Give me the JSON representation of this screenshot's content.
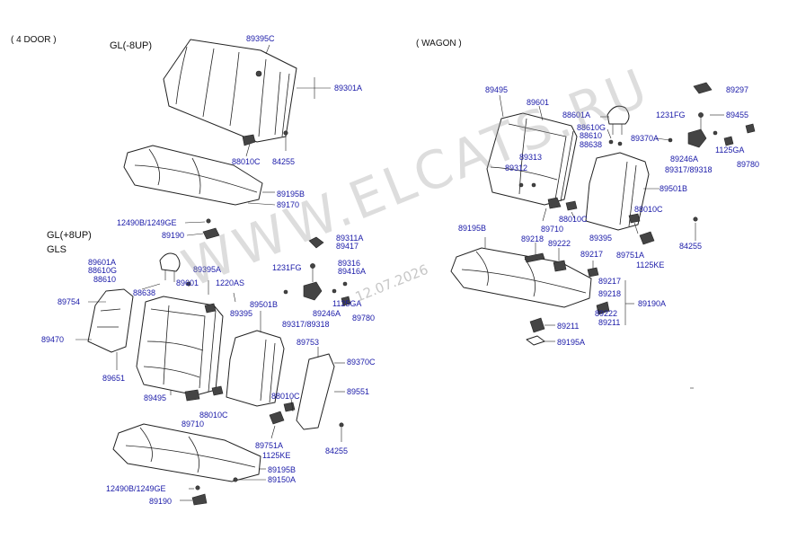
{
  "headers": {
    "door4": "( 4 DOOR )",
    "gl_minus": "GL(-8UP)",
    "gl_plus": "GL(+8UP)",
    "gls": "GLS",
    "wagon": "( WAGON )"
  },
  "watermark": {
    "text": "WWW.ELCATS.RU",
    "date": "12.07.2026"
  },
  "labels": {
    "l89395c": "89395C",
    "l89301a": "89301A",
    "l88010c_1": "88010C",
    "l84255_1": "84255",
    "l89195b_1": "89195B",
    "l89170": "89170",
    "l12490b_1": "12490B/1249GE",
    "l89190_1": "89190",
    "l89311a": "89311A",
    "l89417": "89417",
    "l89316": "89316",
    "l89416a": "89416A",
    "l89601a_1": "89601A",
    "l88610g_1": "88610G",
    "l88610_1": "88610",
    "l88638_1": "88638",
    "l89601_1": "89601",
    "l89395a": "89395A",
    "l1220as": "1220AS",
    "l1231fg_1": "1231FG",
    "l89754": "89754",
    "l89470": "89470",
    "l89651": "89651",
    "l89495_1": "89495",
    "l89395_1": "89395",
    "l89501b_1": "89501B",
    "l89317_1": "89317/89318",
    "l89246a_1": "89246A",
    "l1125ga_1": "1125GA",
    "l89780_1": "89780",
    "l89753": "89753",
    "l89370c": "89370C",
    "l89551": "89551",
    "l88010c_2": "88010C",
    "l89710_1": "89710",
    "l88010c_3": "88010C",
    "l89751a_1": "89751A",
    "l1125ke_1": "1125KE",
    "l84255_2": "84255",
    "l89195b_2": "89195B",
    "l89150a": "89150A",
    "l12490b_2": "12490B/1249GE",
    "l89190_2": "89190",
    "l89495_2": "89495",
    "l89601_2": "89601",
    "l88601a_2": "88601A",
    "l88610g_2": "88610G",
    "l88610_2": "88610",
    "l88638_2": "88638",
    "l89313": "89313",
    "l89312": "89312",
    "l1231fg_2": "1231FG",
    "l89370a": "89370A",
    "l89297": "89297",
    "l89455": "89455",
    "l89246a_2": "89246A",
    "l1125ga_2": "1125GA",
    "l89317_2": "89317/89318",
    "l89780_2": "89780",
    "l89501b_2": "89501B",
    "l89710_2": "89710",
    "l88010c_4": "88010C",
    "l88010c_5": "88010C",
    "l89395_2": "89395",
    "l84255_3": "84255",
    "l89195b_3": "89195B",
    "l89218_1": "89218",
    "l89222_1": "89222",
    "l89217_1": "89217",
    "l89751a_2": "89751A",
    "l1125ke_2": "1125KE",
    "l89217_2": "89217",
    "l89218_2": "89218",
    "l89222_2": "89222",
    "l89211_1": "89211",
    "l89211_2": "89211",
    "l89190a": "89190A",
    "l89195a": "89195A"
  },
  "colors": {
    "label": "#1a1aa8",
    "line": "#222222",
    "watermark": "#9a9a9a"
  }
}
